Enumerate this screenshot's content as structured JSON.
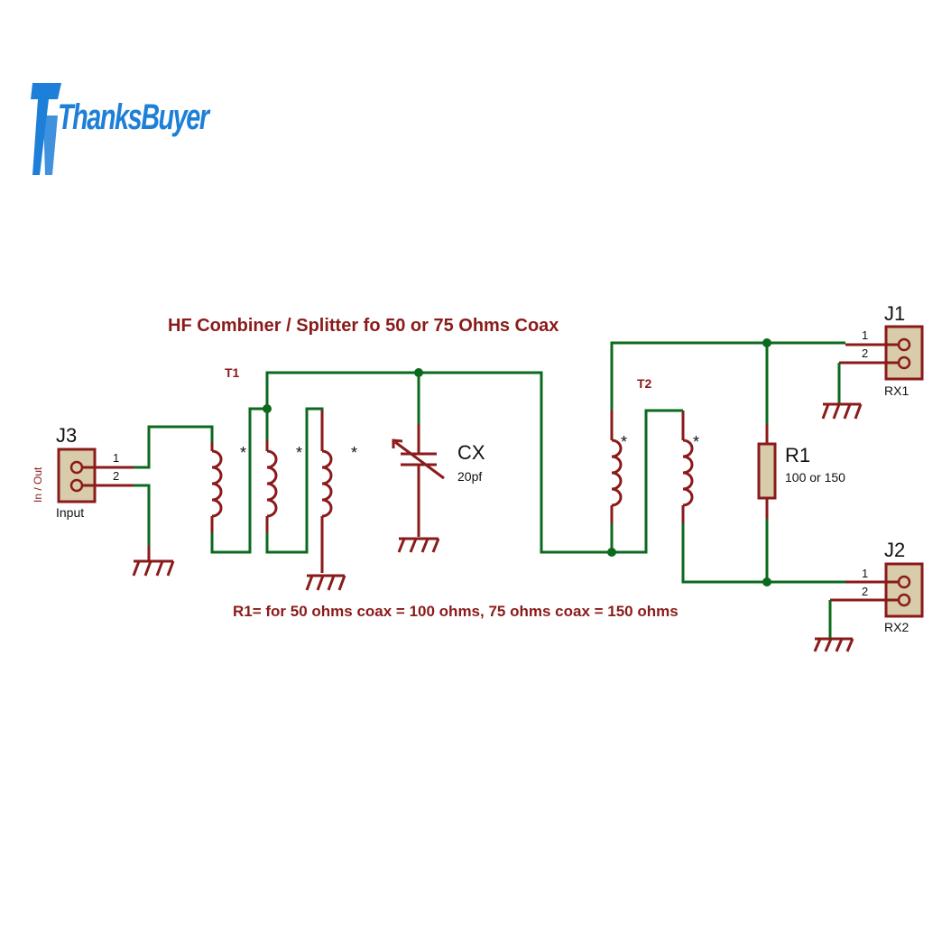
{
  "logo": {
    "text": "ThanksBuyer",
    "color": "#1e7fd8"
  },
  "title": "HF Combiner / Splitter fo 50 or 75 Ohms Coax",
  "note": "R1= for 50 ohms coax = 100 ohms, 75 ohms coax = 150 ohms",
  "colors": {
    "wire": "#0b6a1c",
    "component": "#8b1a1a",
    "connector_fill": "#d8ccab"
  },
  "components": {
    "j3": {
      "ref": "J3",
      "pin1": "1",
      "pin2": "2",
      "label": "Input",
      "side_label": "In / Out"
    },
    "j1": {
      "ref": "J1",
      "pin1": "1",
      "pin2": "2",
      "label": "RX1"
    },
    "j2": {
      "ref": "J2",
      "pin1": "1",
      "pin2": "2",
      "label": "RX2"
    },
    "t1": {
      "ref": "T1",
      "dot": "*"
    },
    "t2": {
      "ref": "T2",
      "dot": "*"
    },
    "cx": {
      "ref": "CX",
      "value": "20pf"
    },
    "r1": {
      "ref": "R1",
      "value": "100 or 150"
    }
  }
}
